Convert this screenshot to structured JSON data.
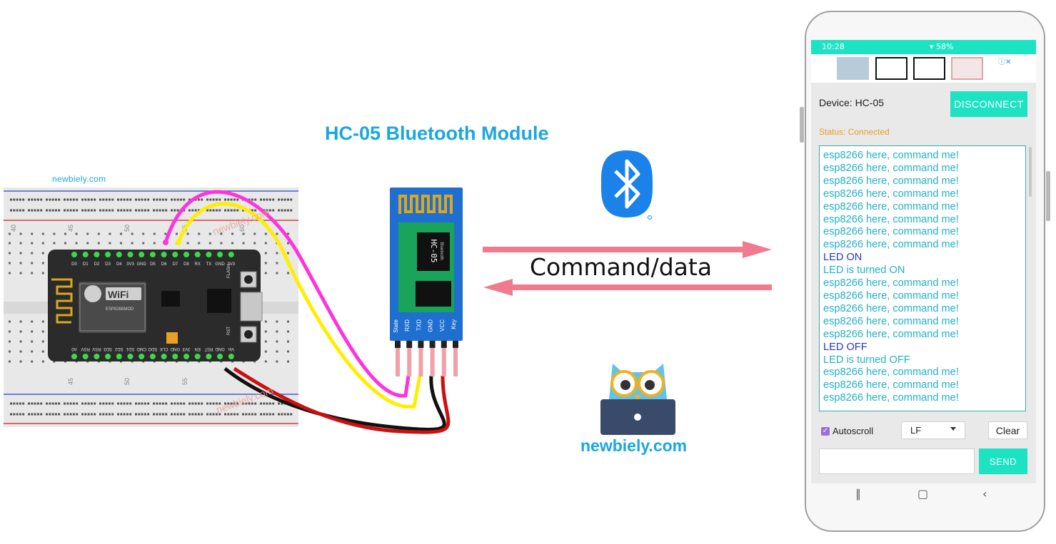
{
  "title": "HC-05 Bluetooth Module",
  "arrow_label": "Command/data",
  "brand_text": "newbiely.com",
  "breadboard_brand": "newbiely.com",
  "watermark": "newbiely.com",
  "breadboard_numbers": [
    "40",
    "45",
    "50",
    "55",
    "60",
    "45",
    "50",
    "55"
  ],
  "board": {
    "top_pins": [
      "D0",
      "D1",
      "D2",
      "D3",
      "D4",
      "3V3",
      "GND",
      "D5",
      "D6",
      "D7",
      "D8",
      "RX",
      "TX",
      "GND",
      "3V3"
    ],
    "bottom_pins": [
      "A0",
      "RSV",
      "RSV",
      "SD3",
      "SD2",
      "SD1",
      "CMD",
      "SDO",
      "CLK",
      "GND",
      "3V3",
      "EN",
      "RST",
      "GND",
      "Vin"
    ],
    "wifi_label": "WiFi",
    "chip_label": "ESP8266MOD",
    "flash_label": "FLASH",
    "rst_label": "RST"
  },
  "hc05": {
    "chip_text": "HC-05",
    "chip_sub": "Bluetooth",
    "pins": [
      "State",
      "RXD",
      "TXD",
      "GND",
      "VCC",
      "Key"
    ]
  },
  "phone": {
    "status_time": "10:28",
    "status_right": "58%",
    "device_label": "Device: HC-05",
    "disconnect_label": "DISCONNECT",
    "status_label": "Status: Connected",
    "log_lines": [
      {
        "text": "esp8266 here, command me!",
        "color": "#22b0c8"
      },
      {
        "text": "esp8266 here, command me!",
        "color": "#22b0c8"
      },
      {
        "text": "esp8266 here, command me!",
        "color": "#22b0c8"
      },
      {
        "text": "esp8266 here, command me!",
        "color": "#22b0c8"
      },
      {
        "text": "esp8266 here, command me!",
        "color": "#22b0c8"
      },
      {
        "text": "esp8266 here, command me!",
        "color": "#22b0c8"
      },
      {
        "text": "esp8266 here, command me!",
        "color": "#22b0c8"
      },
      {
        "text": "esp8266 here, command me!",
        "color": "#22b0c8"
      },
      {
        "text": "LED ON",
        "color": "#2a36c8"
      },
      {
        "text": "LED is turned ON",
        "color": "#22b0c8"
      },
      {
        "text": "esp8266 here, command me!",
        "color": "#22b0c8"
      },
      {
        "text": "esp8266 here, command me!",
        "color": "#22b0c8"
      },
      {
        "text": "esp8266 here, command me!",
        "color": "#22b0c8"
      },
      {
        "text": "esp8266 here, command me!",
        "color": "#22b0c8"
      },
      {
        "text": "esp8266 here, command me!",
        "color": "#22b0c8"
      },
      {
        "text": "LED OFF",
        "color": "#2a36c8"
      },
      {
        "text": "LED is turned OFF",
        "color": "#22b0c8"
      },
      {
        "text": "esp8266 here, command me!",
        "color": "#22b0c8"
      },
      {
        "text": "esp8266 here, command me!",
        "color": "#22b0c8"
      },
      {
        "text": "esp8266 here, command me!",
        "color": "#22b0c8"
      }
    ],
    "autoscroll_label": "Autoscroll",
    "line_ending": "LF",
    "clear_label": "Clear",
    "send_label": "SEND",
    "send_input_value": ""
  },
  "colors": {
    "accent": "#1ee3c3",
    "title_blue": "#1ba6e0",
    "arrow_pink": "#f07a8e",
    "board_black": "#2b2b2b",
    "module_blue": "#1e6fd0",
    "module_green": "#1aa35a"
  }
}
